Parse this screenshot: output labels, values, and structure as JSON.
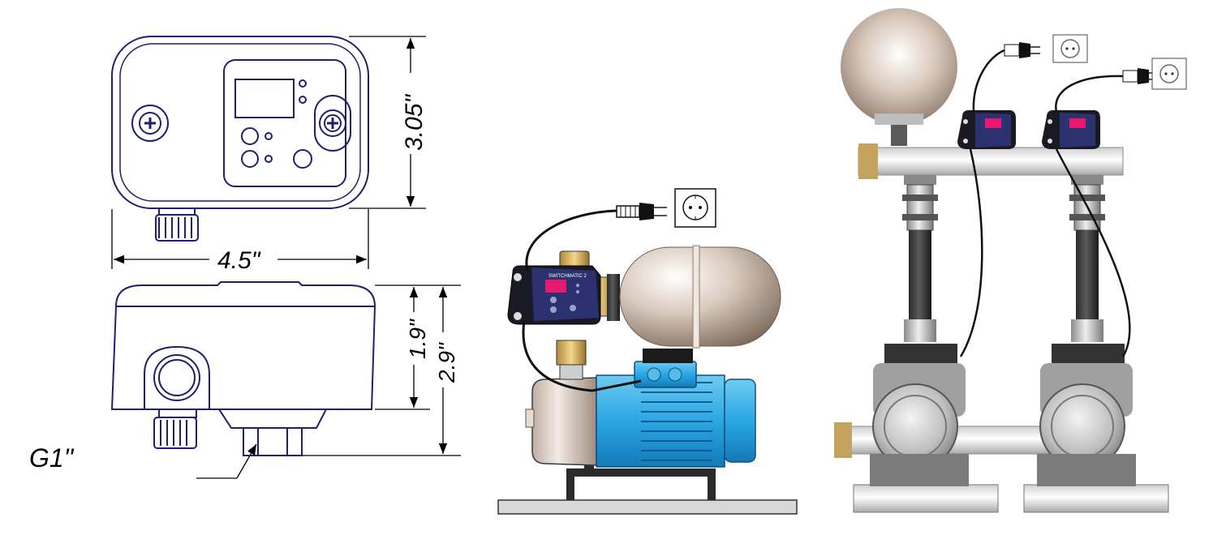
{
  "dimensions": {
    "height_front": "3.05\"",
    "width": "4.5\"",
    "height_side_body": "1.9\"",
    "height_side_total": "2.9\"",
    "thread": "G1\""
  },
  "device_label": "SWITCHMATIC 2",
  "colors": {
    "outline": "#1f1f6e",
    "pump_motor": "#29a6e3",
    "tank": "#c9b7a8",
    "controller": "#1a1a24",
    "display": "#e8176f",
    "platform": "#d8d8d8"
  },
  "icons": {
    "socket": "schuko-socket-icon",
    "plug": "power-plug-icon",
    "screw": "phillips-screw-icon"
  }
}
